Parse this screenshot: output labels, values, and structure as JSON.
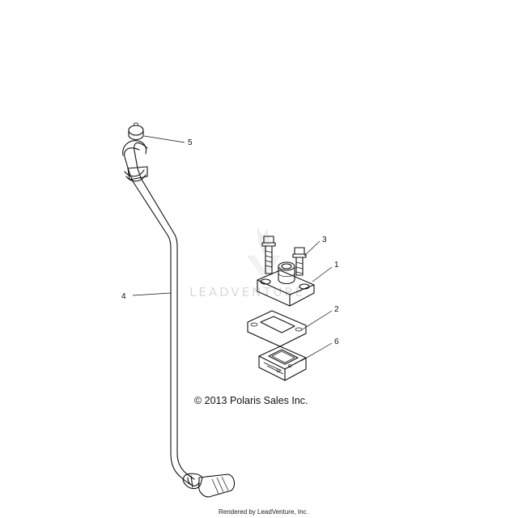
{
  "diagram": {
    "callouts": [
      {
        "id": "part-1",
        "label": "1"
      },
      {
        "id": "part-2",
        "label": "2"
      },
      {
        "id": "part-3",
        "label": "3"
      },
      {
        "id": "part-4",
        "label": "4"
      },
      {
        "id": "part-5",
        "label": "5"
      },
      {
        "id": "part-6",
        "label": "6"
      }
    ],
    "copyright": "© 2013 Polaris Sales Inc.",
    "watermark": "LEADVENTURE",
    "footer": "Rendered by LeadVenture, Inc."
  }
}
